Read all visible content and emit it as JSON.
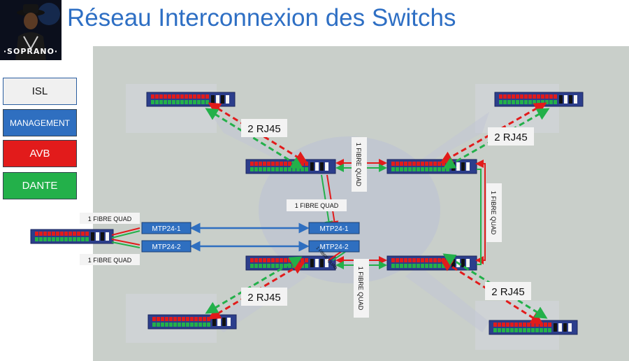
{
  "title": "Réseau Interconnexion des Switchs",
  "logo": {
    "text": "·SOPRANO·"
  },
  "legend": [
    {
      "label": "ISL",
      "color": "#f0f0f0"
    },
    {
      "label": "MANAGEMENT",
      "color": "#2f6fc0"
    },
    {
      "label": "AVB",
      "color": "#e21b1b"
    },
    {
      "label": "DANTE",
      "color": "#23b04a"
    }
  ],
  "nodes": {
    "mtp_left_1": "MTP24-1",
    "mtp_left_2": "MTP24-2",
    "mtp_right_1": "MTP24-1",
    "mtp_right_2": "MTP24-2"
  },
  "labels": {
    "rj45_top_left": "2 RJ45",
    "rj45_top_right": "2 RJ45",
    "rj45_bottom_left": "2 RJ45",
    "rj45_bottom_right": "2 RJ45",
    "fibre_top_vertical": "1 FIBRE QUAD",
    "fibre_center": "1 FIBRE QUAD",
    "fibre_right_vertical": "1 FIBRE QUAD",
    "fibre_bottom_vertical": "1 FIBRE QUAD",
    "fibre_left_top": "1 FIBRE QUAD",
    "fibre_left_bottom": "1 FIBRE QUAD",
    "fibre_diag": "1 FIBRE QUAD"
  },
  "colors": {
    "avb": "#e21b1b",
    "dante": "#23b04a",
    "management": "#2f6fc0",
    "switch_body": "#2c3e8c",
    "stage": "#c9cfca"
  }
}
